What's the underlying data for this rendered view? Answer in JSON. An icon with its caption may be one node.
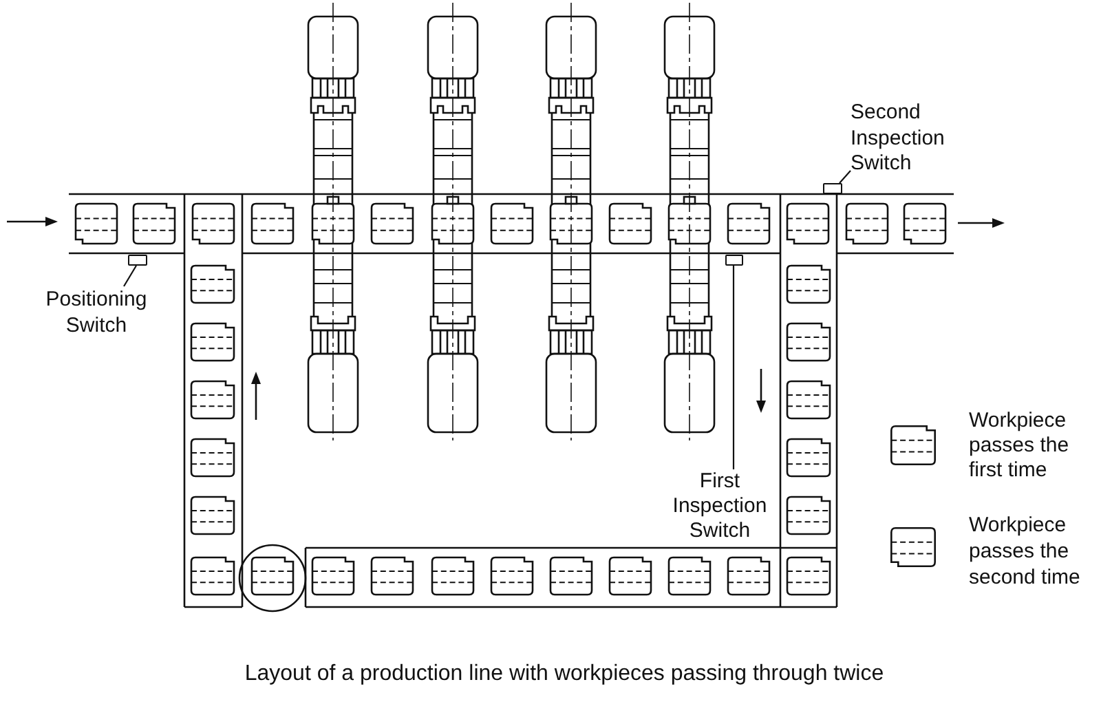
{
  "diagram": {
    "caption": "Layout of a production line with workpieces passing through twice",
    "nodes": [
      {
        "text": [
          "Second Inspection Switch"
        ]
      },
      {
        "text": [],
        "shape": "box"
      },
      {
        "text": [
          "Positioning Switch"
        ]
      },
      {
        "text": [],
        "shape": "box"
      },
      {
        "text": [
          "First Inspection Switch"
        ]
      },
      {
        "text": [],
        "shape": "box"
      }
    ],
    "edges": [
      {
        "from": 0,
        "to": 1,
        "arrow": "none"
      },
      {
        "from": 2,
        "to": 3,
        "arrow": "none"
      },
      {
        "from": 4,
        "to": 5,
        "arrow": "none"
      }
    ],
    "legend": [
      {
        "text": "Workpiece passes the first time"
      },
      {
        "text": "Workpiece passes the second time"
      }
    ]
  }
}
